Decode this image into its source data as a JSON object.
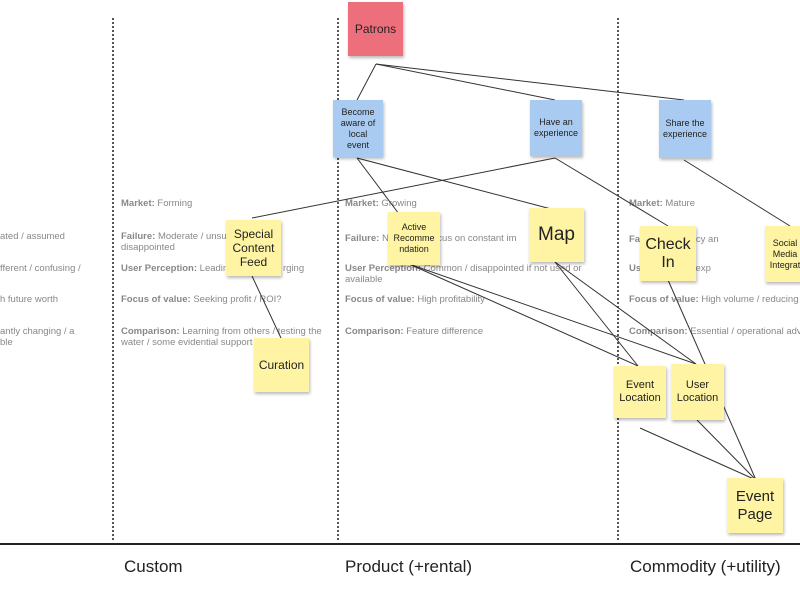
{
  "stages": [
    {
      "name": "Custom"
    },
    {
      "name": "Product (+rental)"
    },
    {
      "name": "Commodity (+utility)"
    }
  ],
  "notes": {
    "genesis": [
      {
        "key": "",
        "text": "ated / assumed"
      },
      {
        "key": "",
        "text": "fferent / confusing /"
      },
      {
        "key": "",
        "text": ""
      },
      {
        "key": "",
        "text": "h future worth"
      },
      {
        "key": "",
        "text": "antly changing / a"
      },
      {
        "key": "",
        "text": "ble"
      }
    ],
    "custom": [
      {
        "key": "Market:",
        "text": " Forming"
      },
      {
        "key": "Failure:",
        "text": " Moderate / unsu"
      },
      {
        "key": "",
        "text": "disappointed"
      },
      {
        "key": "User Perception:",
        "text": " Leading"
      },
      {
        "key": "Focus of value:",
        "text": " Seeking profit / ROI?"
      },
      {
        "key": "Comparison:",
        "text": " Learning from others / testing the"
      },
      {
        "key": "",
        "text": "water / some evidential support"
      }
    ],
    "product": [
      {
        "key": "Market:",
        "text": " Growing"
      },
      {
        "key": "Failure:",
        "text": " No"
      },
      {
        "key": "",
        "text": "ocus on constant im"
      },
      {
        "key": "User Perception:",
        "text": " Common / disappointed if not used or"
      },
      {
        "key": "",
        "text": "available"
      },
      {
        "key": "Focus of value:",
        "text": " High profitability"
      },
      {
        "key": "Comparison:",
        "text": " Feature difference"
      }
    ],
    "commodity": [
      {
        "key": "Market:",
        "text": " Mature"
      },
      {
        "key": "Fail",
        "text": "onal efficiency an"
      },
      {
        "key": "Use",
        "text": " Standard / exp"
      },
      {
        "key": "Focus of value:",
        "text": " High volume / reducing n"
      },
      {
        "key": "Comparison:",
        "text": " Essential / operational adv"
      }
    ],
    "custom_tail": "rging"
  },
  "stickies": {
    "patrons": {
      "lines": [
        "Patrons"
      ],
      "color": "pink"
    },
    "become_aware": {
      "lines": [
        "Become",
        "aware of",
        "local",
        "event"
      ],
      "color": "blue"
    },
    "have_experience": {
      "lines": [
        "Have an",
        "experience"
      ],
      "color": "blue"
    },
    "share_experience": {
      "lines": [
        "Share the",
        "experience"
      ],
      "color": "blue"
    },
    "special_content_feed": {
      "lines": [
        "Special",
        "Content",
        "Feed"
      ],
      "color": "yellow"
    },
    "curation": {
      "lines": [
        "Curation"
      ],
      "color": "yellow"
    },
    "active_recommendation": {
      "lines": [
        "Active",
        "Recomme",
        "ndation"
      ],
      "color": "yellow"
    },
    "map": {
      "lines": [
        "Map"
      ],
      "color": "yellow"
    },
    "check_in": {
      "lines": [
        "Check",
        "In"
      ],
      "color": "yellow"
    },
    "social_media": {
      "lines": [
        "Social",
        "Media",
        "Integrat"
      ],
      "color": "yellow"
    },
    "event_location": {
      "lines": [
        "Event",
        "Location"
      ],
      "color": "yellow"
    },
    "user_location": {
      "lines": [
        "User",
        "Location"
      ],
      "color": "yellow"
    },
    "event_page": {
      "lines": [
        "Event",
        "Page"
      ],
      "color": "yellow"
    }
  }
}
